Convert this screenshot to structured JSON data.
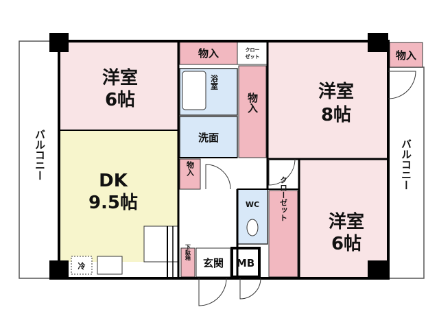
{
  "rooms": {
    "western_tl": {
      "type": "洋室",
      "size": "6帖"
    },
    "western_tr": {
      "type": "洋室",
      "size": "8帖"
    },
    "western_br": {
      "type": "洋室",
      "size": "6帖"
    },
    "dk": {
      "type": "DK",
      "size": "9.5帖"
    }
  },
  "labels": {
    "bath": "浴室",
    "washroom": "洗面",
    "storage": "物入",
    "closet_small": [
      "クロー",
      "ゼット"
    ],
    "closet": "クローゼット",
    "wc": "WC",
    "entrance": "玄関",
    "shoe_box": "下駄箱",
    "meter_box": "MB",
    "fridge": "冷",
    "balcony": "バルコニー"
  },
  "colors": {
    "western_room": "#f9e4e6",
    "dk": "#f7f5cc",
    "wet_area": "#d8e8f8",
    "storage": "#f2b8c0",
    "wall": "#000000",
    "balcony": "#ffffff"
  }
}
